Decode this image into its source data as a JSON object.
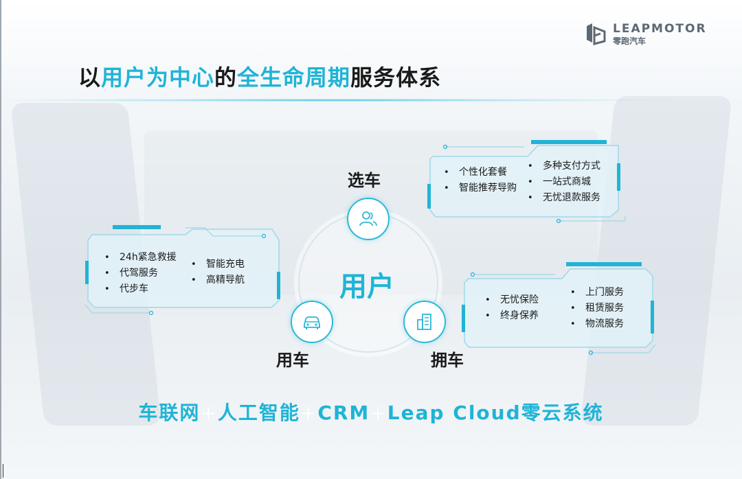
{
  "brand": {
    "name": "LEAPMOTOR",
    "name_cn": "零跑汽车",
    "logo_icon": "leapmotor-logo-icon"
  },
  "title": {
    "part1": "以",
    "part2": "用户为中心",
    "part3": "的",
    "part4": "全生命周期",
    "part5": "服务体系"
  },
  "center": {
    "label": "用户"
  },
  "nodes": {
    "select": {
      "label": "选车",
      "icon": "user-group-icon"
    },
    "use": {
      "label": "用车",
      "icon": "car-icon"
    },
    "own": {
      "label": "拥车",
      "icon": "building-icon"
    }
  },
  "panels": {
    "select": {
      "col1": [
        "个性化套餐",
        "智能推荐导购"
      ],
      "col2": [
        "多种支付方式",
        "一站式商城",
        "无忧退款服务"
      ]
    },
    "use": {
      "col1": [
        "24h紧急救援",
        "代驾服务",
        "代步车"
      ],
      "col2": [
        "智能充电",
        "高精导航"
      ]
    },
    "own": {
      "col1": [
        "无忧保险",
        "终身保养"
      ],
      "col2": [
        "上门服务",
        "租赁服务",
        "物流服务"
      ]
    }
  },
  "bottom": {
    "t1": "车联网",
    "plus": "+",
    "t2": "人工智能",
    "t3": "CRM",
    "t4": "Leap Cloud零云系统"
  },
  "colors": {
    "accent": "#1fb4d6",
    "text": "#1a1a1a"
  }
}
